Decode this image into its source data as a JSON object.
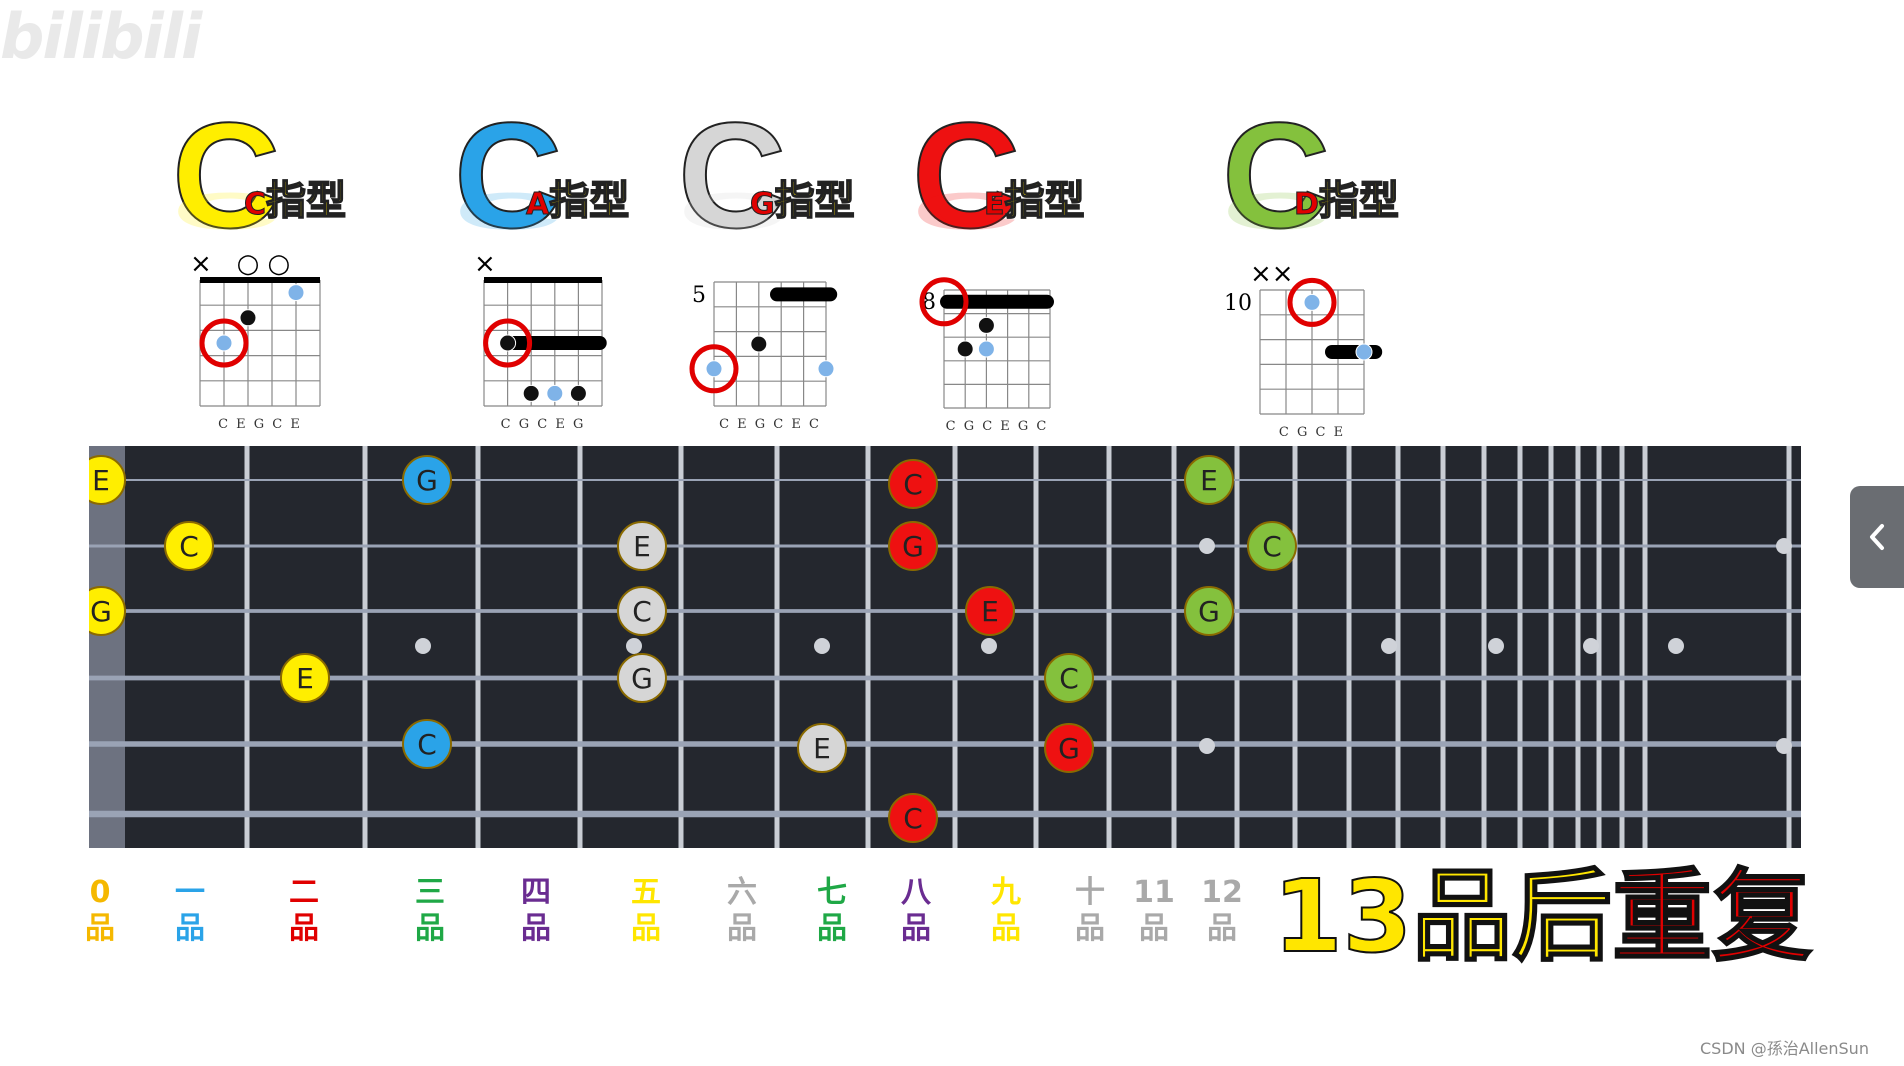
{
  "watermark": "bilibili",
  "shapes": [
    {
      "letter": "C",
      "sub": "C",
      "suffix": "指型",
      "color": "#ffee00",
      "fret": "",
      "strings": "C E G C E",
      "marks": "×   ○ ○"
    },
    {
      "letter": "C",
      "sub": "A",
      "suffix": "指型",
      "color": "#2aa3e8",
      "fret": "",
      "strings": "C G C E G",
      "marks": "×"
    },
    {
      "letter": "C",
      "sub": "G",
      "suffix": "指型",
      "color": "#d6d6d6",
      "fret": "5",
      "strings": "C E G C E C",
      "marks": ""
    },
    {
      "letter": "C",
      "sub": "E",
      "suffix": "指型",
      "color": "#ee1111",
      "fret": "8",
      "strings": "C G C E G C",
      "marks": ""
    },
    {
      "letter": "C",
      "sub": "D",
      "suffix": "指型",
      "color": "#84c13d",
      "fret": "10",
      "strings": "C G C E",
      "marks": "××"
    }
  ],
  "fretboard": {
    "notes": [
      {
        "label": "E",
        "color": "#ffee00",
        "text_color": "#222"
      },
      {
        "label": "C",
        "color": "#ffee00",
        "text_color": "#222"
      },
      {
        "label": "G",
        "color": "#ffee00",
        "text_color": "#222"
      },
      {
        "label": "E",
        "color": "#ffee00",
        "text_color": "#222"
      },
      {
        "label": "G",
        "color": "#2aa3e8",
        "text_color": "#222"
      },
      {
        "label": "C",
        "color": "#2aa3e8",
        "text_color": "#222"
      },
      {
        "label": "E",
        "color": "#d6d6d6",
        "text_color": "#222"
      },
      {
        "label": "C",
        "color": "#d6d6d6",
        "text_color": "#222"
      },
      {
        "label": "G",
        "color": "#d6d6d6",
        "text_color": "#222"
      },
      {
        "label": "E",
        "color": "#d6d6d6",
        "text_color": "#222"
      },
      {
        "label": "C",
        "color": "#ee1111",
        "text_color": "#222"
      },
      {
        "label": "G",
        "color": "#ee1111",
        "text_color": "#222"
      },
      {
        "label": "C",
        "color": "#ee1111",
        "text_color": "#222"
      },
      {
        "label": "E",
        "color": "#ee1111",
        "text_color": "#222"
      },
      {
        "label": "C",
        "color": "#84c13d",
        "text_color": "#222"
      },
      {
        "label": "G",
        "color": "#ee1111",
        "text_color": "#222"
      },
      {
        "label": "E",
        "color": "#84c13d",
        "text_color": "#222"
      },
      {
        "label": "C",
        "color": "#84c13d",
        "text_color": "#222"
      },
      {
        "label": "G",
        "color": "#84c13d",
        "text_color": "#222"
      }
    ]
  },
  "fret_labels": [
    {
      "top": "0",
      "bottom": "品",
      "color": "#f5b800"
    },
    {
      "top": "一",
      "bottom": "品",
      "color": "#2aa3e8"
    },
    {
      "top": "二",
      "bottom": "品",
      "color": "#e00000"
    },
    {
      "top": "三",
      "bottom": "品",
      "color": "#1fa846"
    },
    {
      "top": "四",
      "bottom": "品",
      "color": "#6a2c91"
    },
    {
      "top": "五",
      "bottom": "品",
      "color": "#ffe600"
    },
    {
      "top": "六",
      "bottom": "品",
      "color": "#a9a9a9"
    },
    {
      "top": "七",
      "bottom": "品",
      "color": "#1fa846"
    },
    {
      "top": "八",
      "bottom": "品",
      "color": "#6a2c91"
    },
    {
      "top": "九",
      "bottom": "品",
      "color": "#ffe600"
    },
    {
      "top": "十",
      "bottom": "品",
      "color": "#a9a9a9"
    },
    {
      "top": "11",
      "bottom": "品",
      "color": "#a9a9a9"
    },
    {
      "top": "12",
      "bottom": "品",
      "color": "#a9a9a9"
    }
  ],
  "repeat": {
    "part1": "13品后",
    "part2": "重复"
  },
  "credit": "CSDN @孫治AllenSun"
}
